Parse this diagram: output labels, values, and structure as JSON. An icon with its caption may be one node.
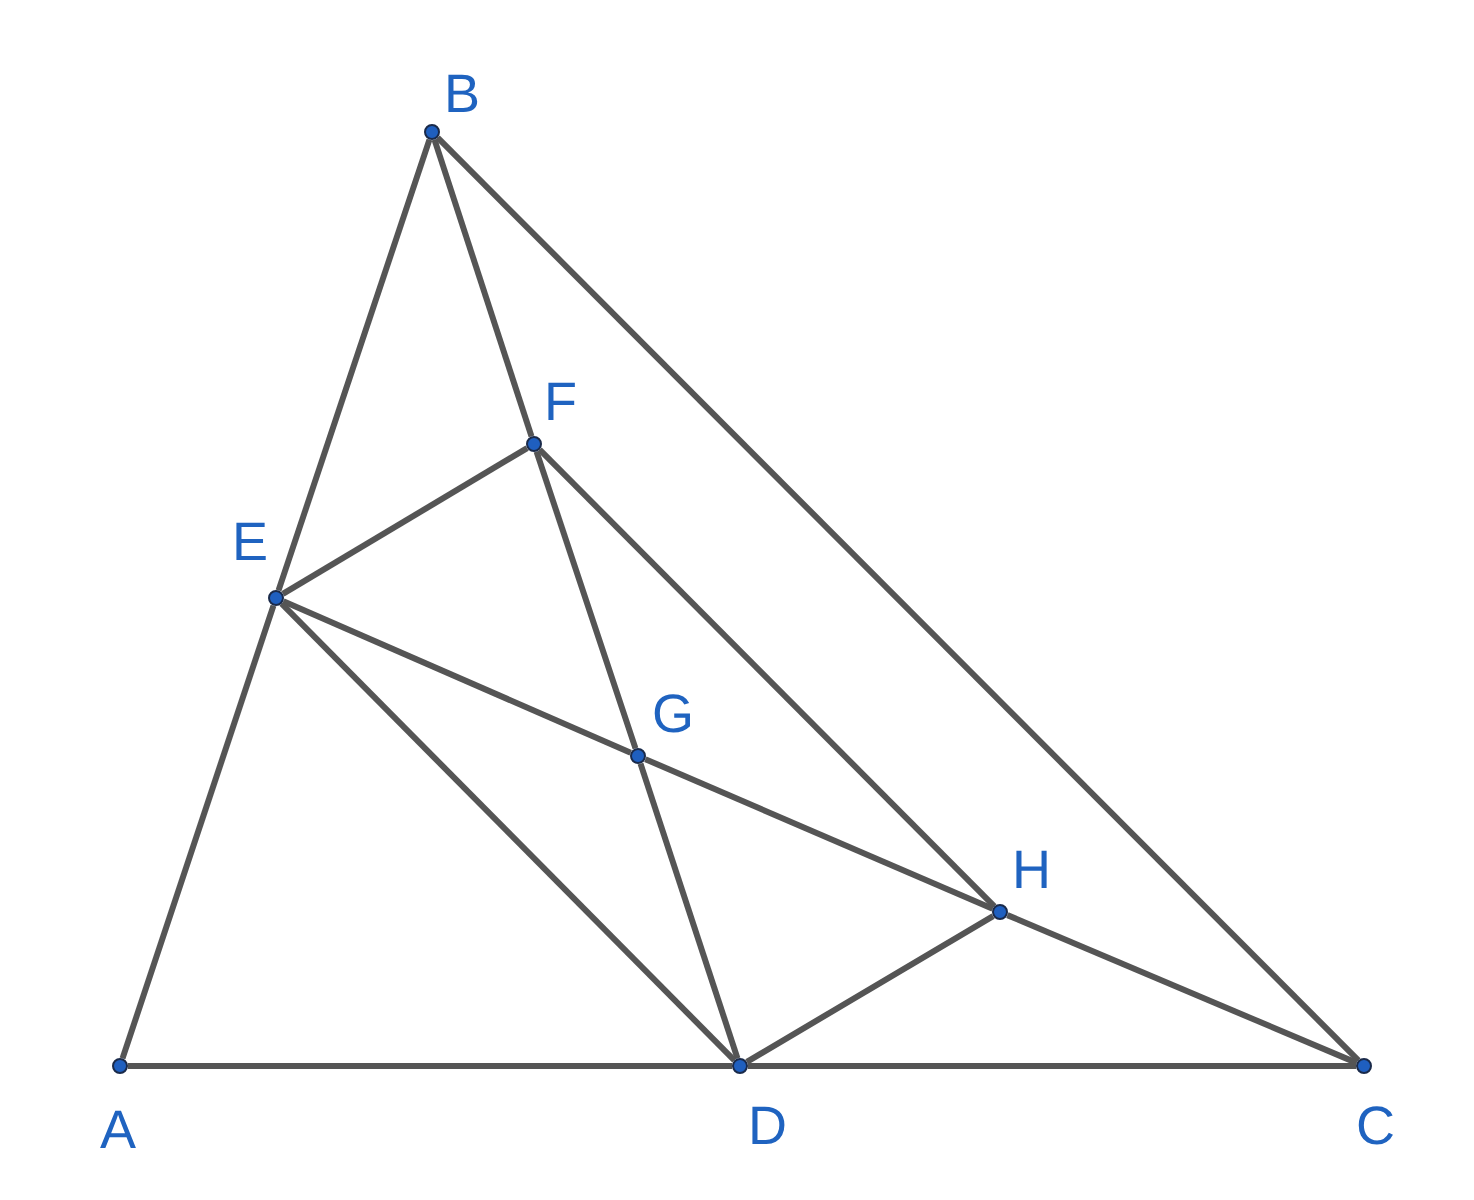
{
  "diagram": {
    "nodes": [
      {
        "text": [],
        "shape": "circle",
        "beside": [
          "A"
        ]
      },
      {
        "text": [],
        "shape": "circle",
        "beside": [
          "B"
        ]
      },
      {
        "text": [],
        "shape": "circle",
        "beside": [
          "C"
        ]
      },
      {
        "text": [],
        "shape": "circle",
        "beside": [
          "D"
        ]
      },
      {
        "text": [],
        "shape": "circle",
        "beside": [
          "E"
        ]
      },
      {
        "text": [],
        "shape": "circle",
        "beside": [
          "F"
        ]
      },
      {
        "text": [],
        "shape": "circle",
        "beside": [
          "G"
        ]
      },
      {
        "text": [],
        "shape": "circle",
        "beside": [
          "H"
        ]
      }
    ],
    "edges": [
      {
        "from": 0,
        "to": 4,
        "arrow": "none"
      },
      {
        "from": 4,
        "to": 1,
        "arrow": "none"
      },
      {
        "from": 1,
        "to": 5,
        "arrow": "none"
      },
      {
        "from": 5,
        "to": 6,
        "arrow": "none"
      },
      {
        "from": 6,
        "to": 3,
        "arrow": "none"
      },
      {
        "from": 1,
        "to": 2,
        "arrow": "none"
      },
      {
        "from": 0,
        "to": 3,
        "arrow": "none"
      },
      {
        "from": 3,
        "to": 2,
        "arrow": "none"
      },
      {
        "from": 4,
        "to": 5,
        "arrow": "none"
      },
      {
        "from": 4,
        "to": 6,
        "arrow": "none"
      },
      {
        "from": 6,
        "to": 7,
        "arrow": "none"
      },
      {
        "from": 7,
        "to": 2,
        "arrow": "none"
      },
      {
        "from": 4,
        "to": 3,
        "arrow": "none"
      },
      {
        "from": 5,
        "to": 7,
        "arrow": "none"
      },
      {
        "from": 3,
        "to": 7,
        "arrow": "none"
      }
    ]
  }
}
